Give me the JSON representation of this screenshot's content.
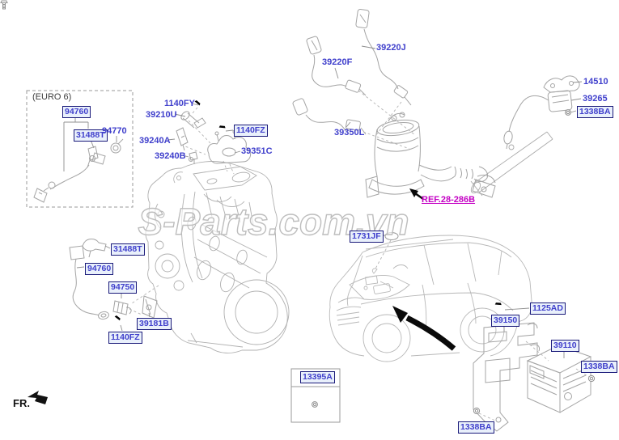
{
  "diagram": {
    "watermark": "S-Parts.com.vn",
    "euro6_note": "(EURO 6)",
    "fr": "FR.",
    "ref_28_286B": "REF.28-286B",
    "labels": {
      "p94760": "94760",
      "p31488T": "31488T",
      "p94770": "94770",
      "p1140FY": "1140FY",
      "p39210U": "39210U",
      "p39240A": "39240A",
      "p39240B": "39240B",
      "p1140FZ": "1140FZ",
      "p39351C": "39351C",
      "p39220F": "39220F",
      "p39220J": "39220J",
      "p39350L": "39350L",
      "p14510": "14510",
      "p39265": "39265",
      "p1338BA": "1338BA",
      "p1731JF": "1731JF",
      "p94750": "94750",
      "p39181B": "39181B",
      "p1125AD": "1125AD",
      "p39150": "39150",
      "p39110": "39110",
      "p13395A": "13395A"
    },
    "colors": {
      "label_blue": "#4040cc",
      "box_border": "#1a1a7a",
      "box_bg": "#e9f0fb",
      "ref_magenta": "#c400c4",
      "art_gray": "#aeaeae",
      "arrow_black": "#111111"
    }
  }
}
